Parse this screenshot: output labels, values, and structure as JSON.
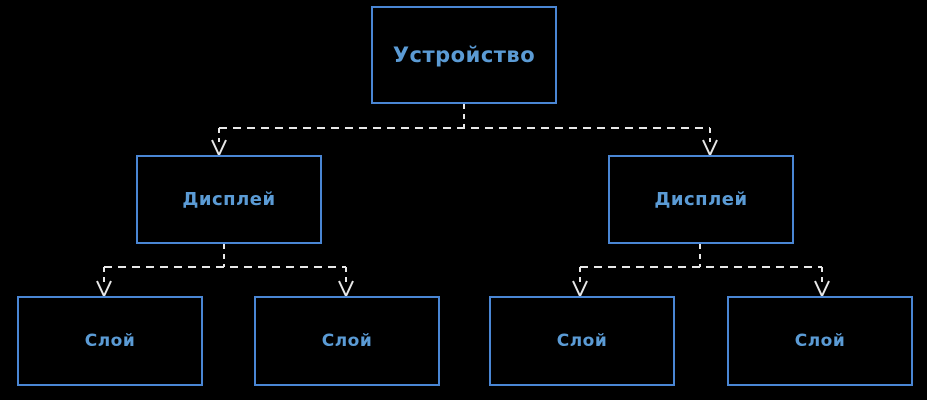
{
  "diagram": {
    "type": "hierarchy-tree",
    "background_color": "#000000",
    "box_border_color": "#4a86d4",
    "label_color": "#5b9bd5",
    "connector_color": "#e8e8e8",
    "connector_style": "dashed",
    "arrowhead": "open-v",
    "tiers": [
      {
        "name": "device",
        "nodes": [
          {
            "id": "root",
            "label": "Устройство"
          }
        ]
      },
      {
        "name": "display",
        "nodes": [
          {
            "id": "disp-1",
            "label": "Дисплей"
          },
          {
            "id": "disp-2",
            "label": "Дисплей"
          }
        ]
      },
      {
        "name": "layer",
        "nodes": [
          {
            "id": "layer-1",
            "label": "Слой"
          },
          {
            "id": "layer-2",
            "label": "Слой"
          },
          {
            "id": "layer-3",
            "label": "Слой"
          },
          {
            "id": "layer-4",
            "label": "Слой"
          }
        ]
      }
    ],
    "edges": [
      {
        "from": "root",
        "to": "disp-1"
      },
      {
        "from": "root",
        "to": "disp-2"
      },
      {
        "from": "disp-1",
        "to": "layer-1"
      },
      {
        "from": "disp-1",
        "to": "layer-2"
      },
      {
        "from": "disp-2",
        "to": "layer-3"
      },
      {
        "from": "disp-2",
        "to": "layer-4"
      }
    ]
  }
}
